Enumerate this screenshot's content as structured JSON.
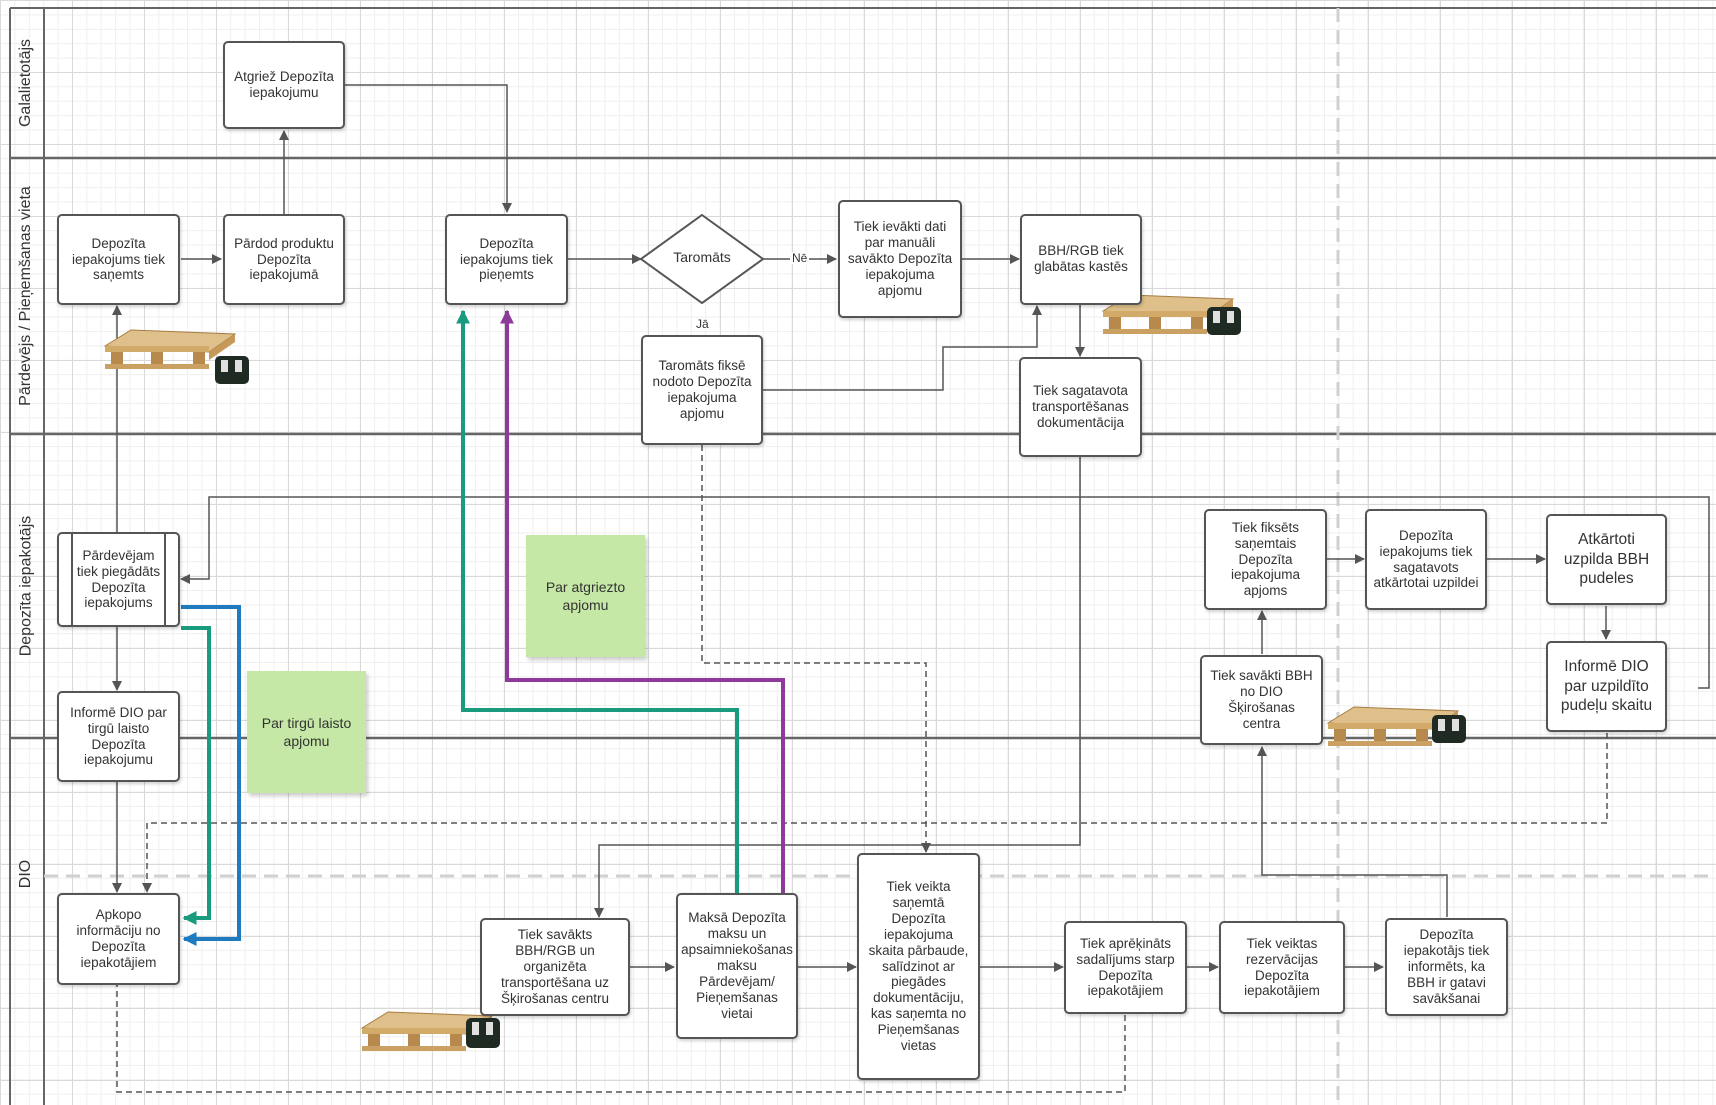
{
  "lanes": [
    {
      "id": "galalietotajs",
      "label": "Galalietotājs"
    },
    {
      "id": "pardevejs",
      "label": "Pārdevējs / Pieņemšanas vieta"
    },
    {
      "id": "iepakotajs",
      "label": "Depozīta iepakotājs"
    },
    {
      "id": "dio",
      "label": "DIO"
    }
  ],
  "nodes": {
    "n1": "Depozīta iepakojums tiek saņemts",
    "n2": "Pārdod produktu Depozīta iepakojumā",
    "n3": "Atgriež Depozīta iepakojumu",
    "n4": "Depozīta iepakojums tiek pieņemts",
    "n5": "Taromāts",
    "n6": "Tiek ievākti dati par manuāli savākto Depozīta iepakojuma apjomu",
    "n7": "BBH/RGB tiek glabātas kastēs",
    "n8": "Taromāts fiksē nodoto Depozīta iepakojuma apjomu",
    "n9": "Tiek sagatavota transportēšanas dokumentācija",
    "n10": "Pārdevējam tiek piegādāts Depozīta iepakojums",
    "n11": "Informē DIO par tirgū laisto Depozīta iepakojumu",
    "n12": "Apkopo informāciju no Depozīta iepakotājiem",
    "n13": "Tiek savākts BBH/RGB un organizēta transportēšana uz Šķirošanas centru",
    "n14": "Maksā Depozīta maksu un apsaimniekošanas maksu Pārdevējam/ Pieņemšanas vietai",
    "n15": "Tiek veikta saņemtā Depozīta iepakojuma skaita pārbaude, salīdzinot ar piegādes dokumentāciju, kas saņemta no Pieņemšanas vietas",
    "n16": "Tiek aprēķināts sadalījums starp Depozīta iepakotājiem",
    "n17": "Tiek veiktas rezervācijas Depozīta iepakotājiem",
    "n18": "Depozīta iepakotājs tiek informēts, ka BBH ir gatavi savākšanai",
    "n19": "Tiek savākti BBH no DIO Šķirošanas centra",
    "n20": "Tiek fiksēts saņemtais Depozīta iepakojuma apjoms",
    "n21": "Depozīta iepakojums tiek sagatavots atkārtotai uzpildei",
    "n22": "Atkārtoti uzpilda BBH pudeles",
    "n23": "Informē DIO par uzpildīto pudeļu skaitu"
  },
  "edge_labels": {
    "no": "Nē",
    "yes": "Jā"
  },
  "stickies": {
    "s1": "Par atgriezto apjomu",
    "s2": "Par tirgū laisto apjomu"
  },
  "colors": {
    "line": "#555555",
    "teal": "#1a9b7e",
    "purple": "#8e3a9a",
    "blue": "#1e7bbf",
    "sticky": "#c5e8a6",
    "crate": "#1e2a22",
    "pallet": "#d9b57e"
  },
  "icons": [
    "pallet-with-crate-icon"
  ]
}
